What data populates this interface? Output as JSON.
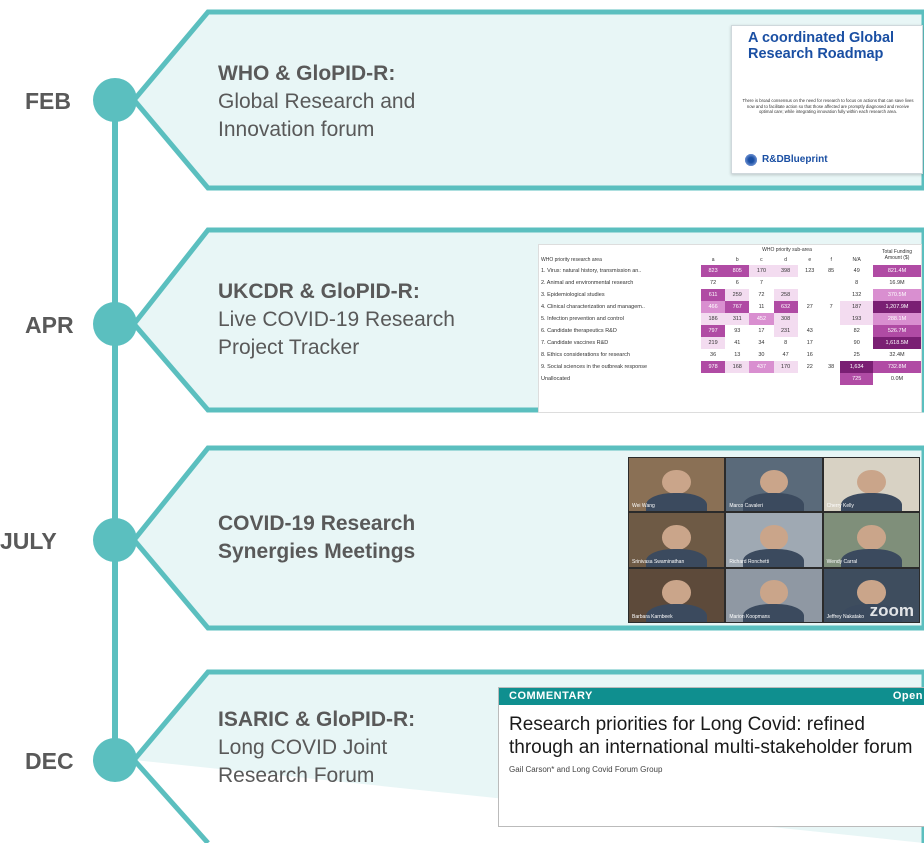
{
  "colors": {
    "accent": "#5bbfbf",
    "panel": "#e8f6f6",
    "text": "#595959"
  },
  "events": [
    {
      "month": "FEB",
      "title": "WHO & GloPID-R:",
      "desc": "Global Research and Innovation forum"
    },
    {
      "month": "APR",
      "title": "UKCDR & GloPID-R:",
      "desc": "Live COVID-19 Research Project Tracker"
    },
    {
      "month": "JULY",
      "title": "COVID-19 Research Synergies Meetings",
      "desc": ""
    },
    {
      "month": "DEC",
      "title": "ISARIC & GloPID-R:",
      "desc": "Long COVID Joint Research Forum"
    }
  ],
  "roadmap": {
    "title": "A coordinated Global Research Roadmap",
    "body": "There is broad consensus on the need for research to focus on actions that can save lives now and to facilitate action so that those affected are promptly diagnosed and receive optimal care; while integrating innovation fully within each research area.",
    "logo": "R&DBlueprint"
  },
  "tracker": {
    "header_group": "WHO priority sub-area",
    "col_area": "WHO priority research area",
    "cols": [
      "a",
      "b",
      "c",
      "d",
      "e",
      "f",
      "N/A"
    ],
    "col_total": "Total Funding Amount ($)",
    "rows": [
      {
        "area": "1. Virus: natural history, transmission an..",
        "vals": [
          "823",
          "805",
          "170",
          "398",
          "123",
          "85",
          "49"
        ],
        "total": "821.4M"
      },
      {
        "area": "2. Animal and environmental research",
        "vals": [
          "72",
          "6",
          "7",
          "",
          "",
          "",
          "8"
        ],
        "total": "16.9M"
      },
      {
        "area": "3. Epidemiological studies",
        "vals": [
          "611",
          "259",
          "72",
          "258",
          "",
          "",
          "132"
        ],
        "total": "370.5M"
      },
      {
        "area": "4. Clinical characterization and managem..",
        "vals": [
          "466",
          "767",
          "11",
          "632",
          "27",
          "7",
          "187"
        ],
        "total": "1,207.9M"
      },
      {
        "area": "5. Infection prevention and control",
        "vals": [
          "186",
          "311",
          "452",
          "308",
          "",
          "",
          "193"
        ],
        "total": "288.1M"
      },
      {
        "area": "6. Candidate therapeutics R&D",
        "vals": [
          "797",
          "93",
          "17",
          "231",
          "43",
          "",
          "82"
        ],
        "total": "526.7M"
      },
      {
        "area": "7. Candidate vaccines R&D",
        "vals": [
          "219",
          "41",
          "34",
          "8",
          "17",
          "",
          "90"
        ],
        "total": "1,618.5M"
      },
      {
        "area": "8. Ethics considerations for research",
        "vals": [
          "36",
          "13",
          "30",
          "47",
          "16",
          "",
          "25"
        ],
        "total": "32.4M"
      },
      {
        "area": "9. Social sciences in the outbreak response",
        "vals": [
          "978",
          "168",
          "437",
          "170",
          "22",
          "38",
          "1,634"
        ],
        "total": "732.8M"
      },
      {
        "area": "Unallocated",
        "vals": [
          "",
          "",
          "",
          "",
          "",
          "",
          "725"
        ],
        "total": "0.0M"
      }
    ]
  },
  "meeting": {
    "participants": [
      "Wei Wang",
      "Marco Cavaleri",
      "Cherry Kelly",
      "Srinivasa Swaminathan",
      "Richard Ronchetti",
      "Wendy Carral",
      "Barbara Karnbeek",
      "Marion Koopmans",
      "Jeffrey Nakatako"
    ],
    "brand": "zoom"
  },
  "commentary": {
    "section": "COMMENTARY",
    "open": "Open",
    "title": "Research priorities for Long Covid: refined through an international multi-stakeholder forum",
    "authors": "Gail Carson* and Long Covid Forum Group"
  }
}
